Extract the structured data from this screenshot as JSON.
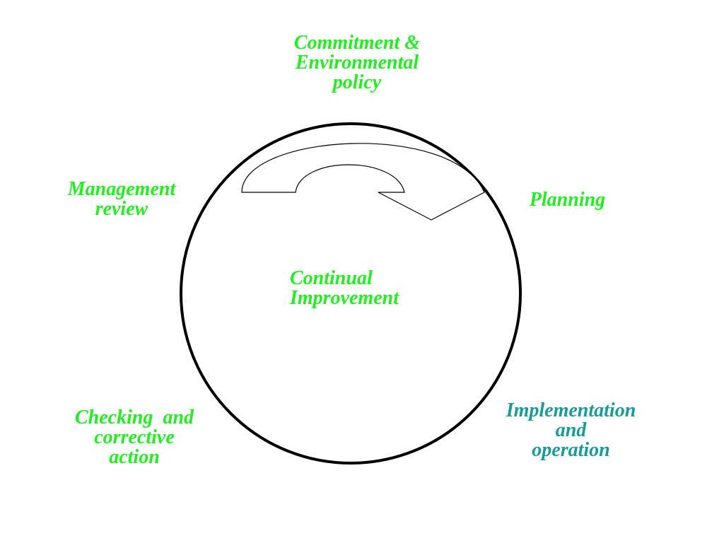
{
  "diagram": {
    "center_label": "Continual\nImprovement",
    "stages": [
      {
        "id": "commitment",
        "text": "Commitment &\nEnvironmental\npolicy",
        "color": "#22ee22"
      },
      {
        "id": "planning",
        "text": "Planning",
        "color": "#22ee22"
      },
      {
        "id": "implementation",
        "text": "Implementation\nand\noperation",
        "color": "#199b9b"
      },
      {
        "id": "checking",
        "text": "Checking  and\ncorrective\naction",
        "color": "#22ee22"
      },
      {
        "id": "management",
        "text": "Management\nreview",
        "color": "#22ee22"
      }
    ],
    "colors": {
      "primary_text": "#22ee22",
      "secondary_text": "#199b9b",
      "circle_stroke": "#000000",
      "background": "#ffffff"
    }
  }
}
